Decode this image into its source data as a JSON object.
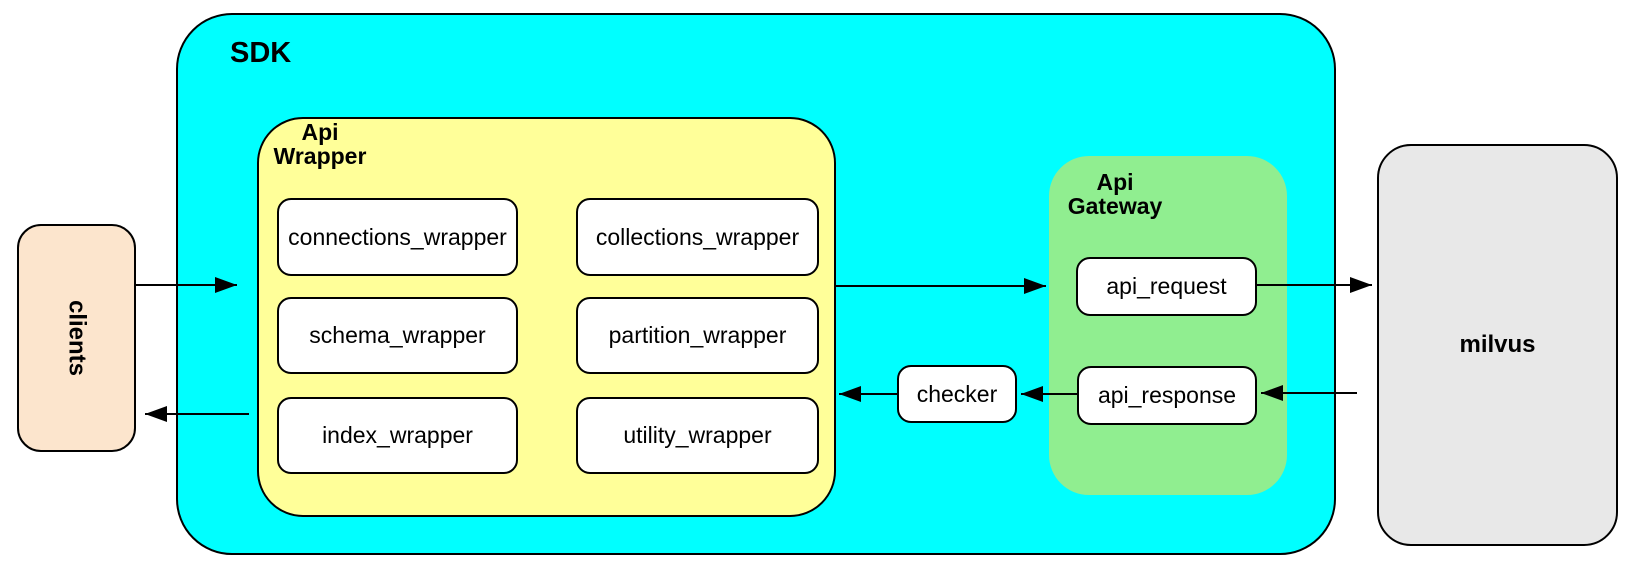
{
  "canvas": {
    "clients": {
      "label": "clients",
      "fill": "#fce5cd"
    },
    "sdk": {
      "label": "SDK",
      "fill": "#00ffff",
      "api_wrapper": {
        "label_line1": "Api",
        "label_line2": "Wrapper",
        "fill": "#ffff99",
        "modules": [
          "connections_wrapper",
          "collections_wrapper",
          "schema_wrapper",
          "partition_wrapper",
          "index_wrapper",
          "utility_wrapper"
        ]
      },
      "checker": {
        "label": "checker"
      },
      "api_gateway": {
        "label_line1": "Api",
        "label_line2": "Gateway",
        "fill": "#90ee90",
        "modules": [
          "api_request",
          "api_response"
        ]
      }
    },
    "milvus": {
      "label": "milvus",
      "fill": "#e8e8e8"
    },
    "module_fill": "#ffffff",
    "stroke_color": "#000000"
  }
}
